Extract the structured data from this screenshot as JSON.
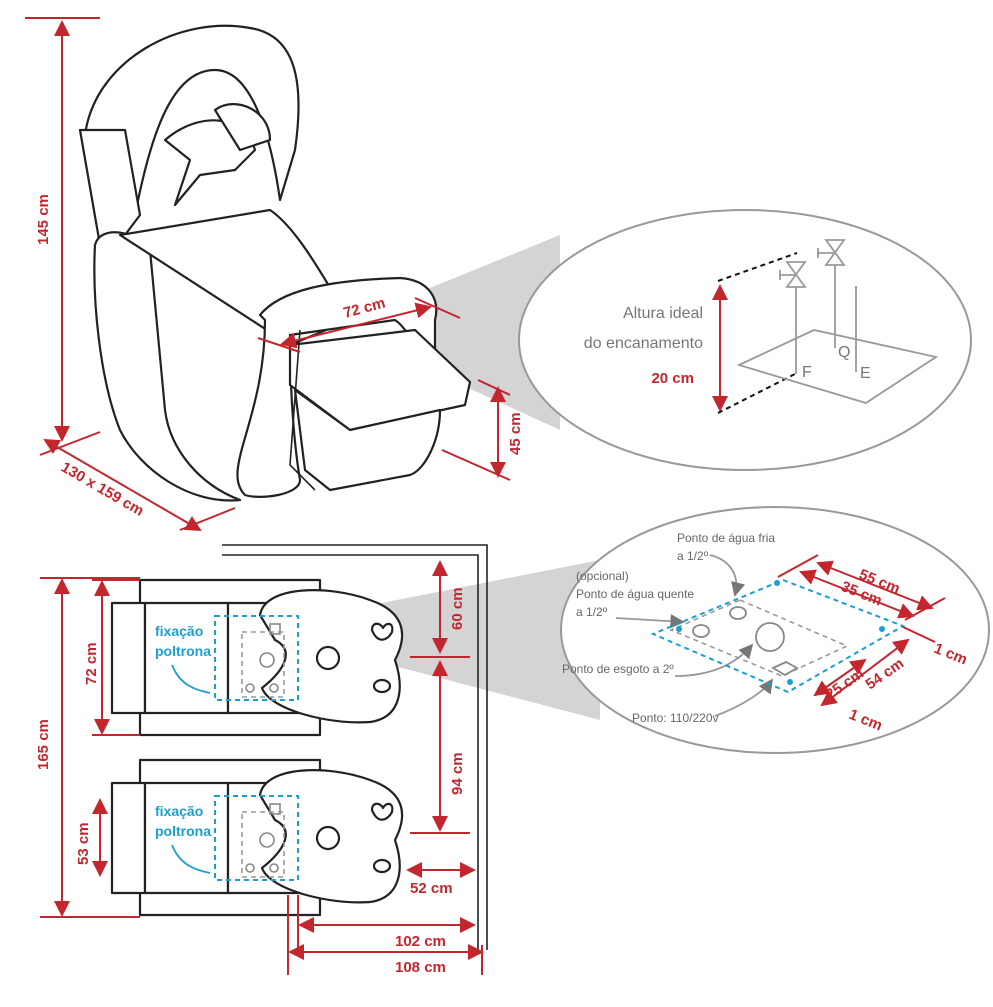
{
  "colors": {
    "dimension": "#c4262e",
    "fixation": "#1a9fd0",
    "annotation": "#777777"
  },
  "chair_view": {
    "height": "145 cm",
    "footprint": "130 x 159 cm",
    "arm_width": "72 cm",
    "seat_height": "45 cm"
  },
  "plumbing_detail": {
    "title_line1": "Altura ideal",
    "title_line2": "do encanamento",
    "height": "20 cm",
    "labels": {
      "cold": "F",
      "hot": "Q",
      "drain": "E"
    }
  },
  "floor_plan": {
    "total_depth": "165 cm",
    "chair_width": "72 cm",
    "chair_gap": "53 cm",
    "wall_gap_top": "60 cm",
    "wall_gap_between": "94 cm",
    "wall_gap_side": "52 cm",
    "length_inner": "102 cm",
    "length_total": "108 cm",
    "fixation_line1": "fixação",
    "fixation_line2": "poltrona"
  },
  "points_detail": {
    "cold_water_line1": "Ponto de água fria",
    "cold_water_line2": "a 1/2º",
    "hot_water_line1": "(opcional)",
    "hot_water_line2": "Ponto de água quente",
    "hot_water_line3": "a 1/2º",
    "drain": "Ponto de esgoto a 2º",
    "power": "Ponto: 110/220v",
    "dim_55": "55 cm",
    "dim_35": "35 cm",
    "dim_25": "25 cm",
    "dim_54": "54 cm",
    "dim_1_right": "1 cm",
    "dim_1_bottom": "1 cm"
  }
}
